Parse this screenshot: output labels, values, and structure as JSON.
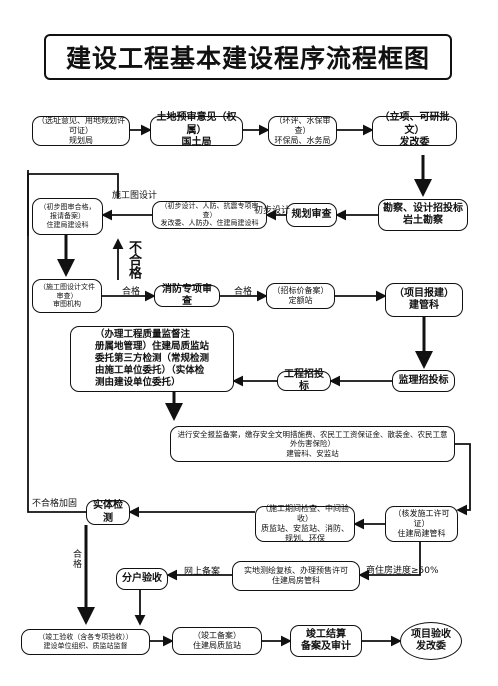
{
  "title": "建设工程基本建设程序流程框图",
  "nodes": {
    "n1": "（选址意见、用地规划许可证）\n规划局",
    "n2": "土地预审意见（权属）\n国土局",
    "n3": "（环评、水保审查）\n环保局、水务局",
    "n4": "（立项、可研批文）\n发改委",
    "n5": "勘察、设计招投标\n岩土勘察",
    "n6": "规划审查",
    "n7": "（初步设计、人防、抗震专项审查）\n发改委、人防办、住建局建设科",
    "n8": "（初步图审合格，报请备案）\n住建局建设科",
    "n9": "（施工图设计文件审查）\n审图机构",
    "n10": "消防专项审查",
    "n11": "（招标价备案）\n定额站",
    "n12": "（项目报建）\n建管科",
    "n13": "（办理工程质量监督注\n册属地管理）住建局质监站\n委托第三方检测（常规检测\n由施工单位委托）（实体检\n测由建设单位委托）",
    "n14": "工程招投标",
    "n15": "监理招投标",
    "n16": "进行安全报监备案，缴存安全文明措施费、农民工工资保证金、散装金、农民工意外伤害保险）\n建管科、安监站",
    "n17": "实体检测",
    "n18": "（施工期间检查、中间验收）\n质监站、安监站、消防、规划、环保",
    "n19": "（核发施工许可证）\n住建局建管科",
    "n20": "实地测绘复核、办理预售许可\n住建局房管科",
    "n21": "分户验收",
    "n22": "（竣工验收（含各专项验收））\n建设单位组织、质监站监督",
    "n23": "（竣工备案）\n住建局质监站",
    "n24": "竣工结算\n备案及审计",
    "n25": "项目验收\n发改委"
  },
  "labels": {
    "design": "施工图设计",
    "first_design": "初步设计",
    "pass1": "合格",
    "pass2": "合格",
    "fail": "不合格",
    "fail_back": "不合格加固",
    "pass_v": "合格",
    "online": "网上备案",
    "presale": "商住房进度≥50%"
  }
}
